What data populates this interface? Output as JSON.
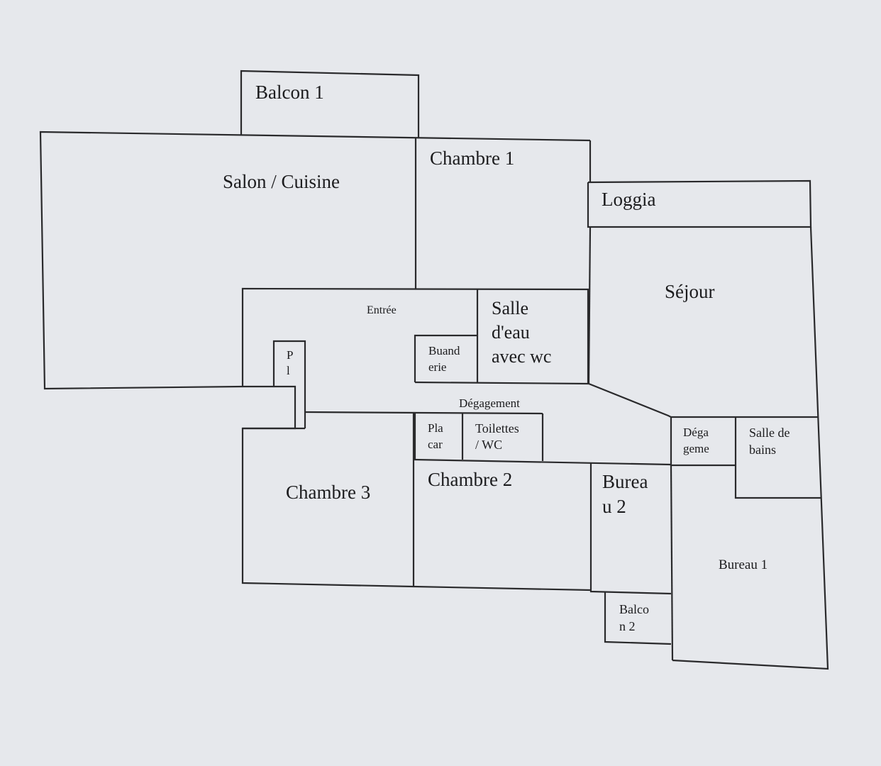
{
  "colors": {
    "paper": "#e6e8ec",
    "wall": "#2a2a2c",
    "text": "#1c1c1e"
  },
  "rooms": {
    "balcon1": "Balcon 1",
    "salon_cuisine": "Salon / Cuisine",
    "chambre1": "Chambre 1",
    "loggia": "Loggia",
    "sejour": "Séjour",
    "entree": "Entrée",
    "salle_eau": [
      "Salle",
      "d'eau",
      "avec wc"
    ],
    "buanderie": [
      "Buand",
      "erie"
    ],
    "placard_entree": [
      "P",
      "l"
    ],
    "degagement": "Dégagement",
    "placard": [
      "Pla",
      "car"
    ],
    "toilettes": [
      "Toilettes",
      "/ WC"
    ],
    "degagement2": [
      "Déga",
      "geme"
    ],
    "salle_bains": [
      "Salle de",
      "bains"
    ],
    "chambre3": "Chambre 3",
    "chambre2": "Chambre 2",
    "bureau2": [
      "Burea",
      "u 2"
    ],
    "bureau1": "Bureau 1",
    "balcon2": [
      "Balco",
      "n 2"
    ]
  }
}
